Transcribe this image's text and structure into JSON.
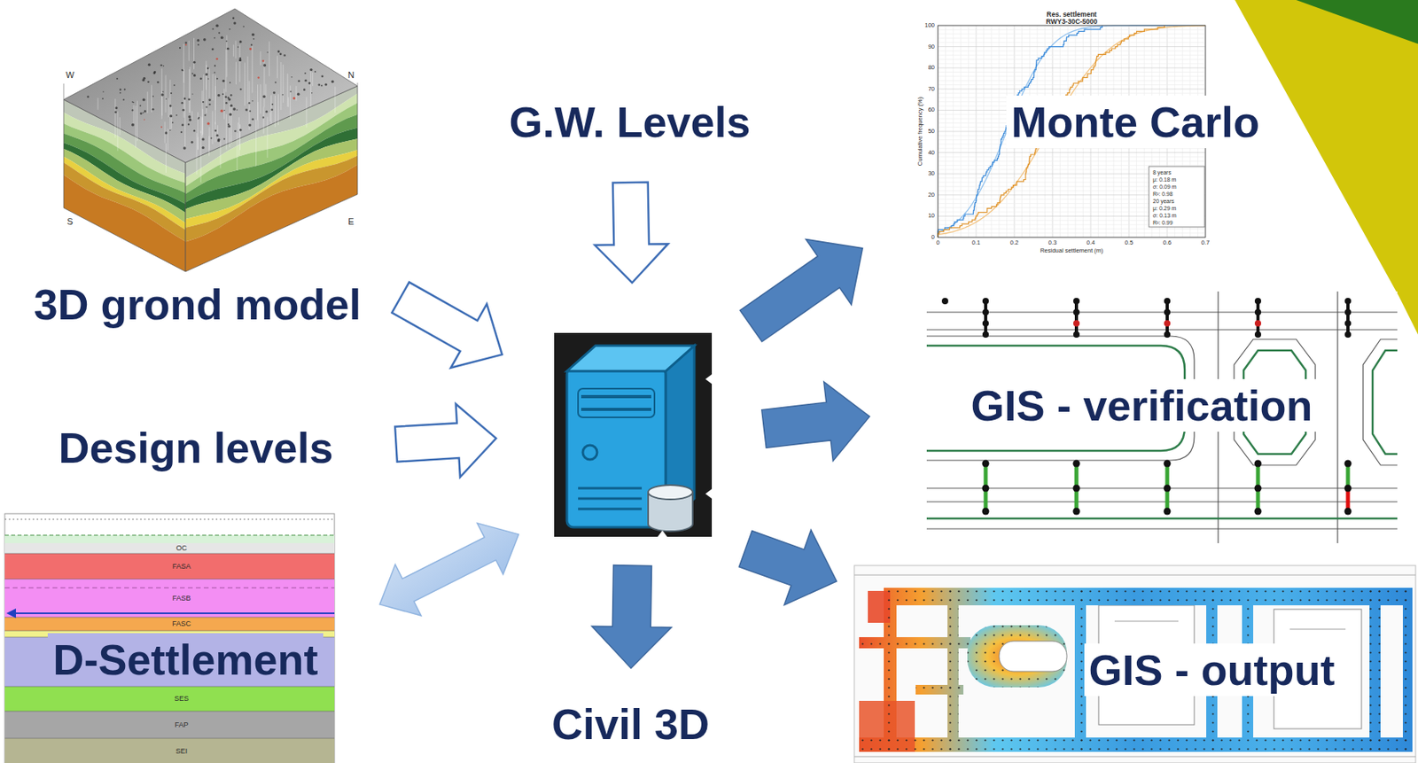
{
  "diagram": {
    "nodes": [
      {
        "text": [
          "3D grond model"
        ]
      },
      {
        "text": [
          "G.W. Levels"
        ]
      },
      {
        "text": [
          "Monte Carlo"
        ]
      },
      {
        "text": [
          "Design levels"
        ]
      },
      {
        "text": []
      },
      {
        "text": [
          "GIS - verification"
        ]
      },
      {
        "text": [
          "D-Settlement"
        ]
      },
      {
        "text": [
          "Civil 3D"
        ]
      },
      {
        "text": [
          "GIS - output"
        ]
      }
    ],
    "edges": [
      {
        "from": 0,
        "to": 4,
        "arrow": "to"
      },
      {
        "from": 1,
        "to": 4,
        "arrow": "to"
      },
      {
        "from": 3,
        "to": 4,
        "arrow": "to"
      },
      {
        "from": 6,
        "to": 4,
        "arrow": "both"
      },
      {
        "from": 4,
        "to": 7,
        "arrow": "to"
      },
      {
        "from": 4,
        "to": 2,
        "arrow": "to"
      },
      {
        "from": 4,
        "to": 5,
        "arrow": "to"
      },
      {
        "from": 4,
        "to": 8,
        "arrow": "to"
      }
    ],
    "labels": [
      "W",
      "N",
      "S",
      "E",
      "Res. settlement",
      "RWY3-30C-5000",
      "Cumulative frequency (%)",
      "0",
      "10",
      "20",
      "30",
      "40",
      "50",
      "60",
      "70",
      "80",
      "90",
      "100",
      "0",
      "0.1",
      "0.2",
      "0.3",
      "0.4",
      "0.5",
      "0.6",
      "0.7",
      "Residual settlement (m)",
      "8 years",
      "μ: 0.18 m",
      "σ: 0.09 m",
      "R²: 0.98",
      "20 years",
      "μ: 0.29 m",
      "σ: 0.13 m",
      "R²: 0.99",
      "OC",
      "FASA",
      "FASB",
      "FASC",
      "SES",
      "FAP",
      "SEI"
    ]
  }
}
